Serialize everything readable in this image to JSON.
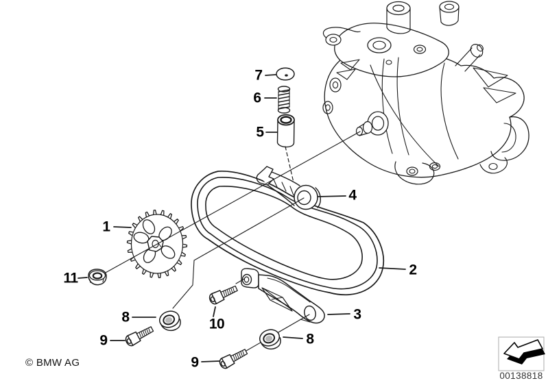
{
  "diagram": {
    "description": "oil-pump-drive-chain-exploded-view",
    "callouts": [
      {
        "num": "1",
        "part": "sprocket"
      },
      {
        "num": "2",
        "part": "timing-chain"
      },
      {
        "num": "3",
        "part": "guide-rail"
      },
      {
        "num": "4",
        "part": "tensioner-rail"
      },
      {
        "num": "5",
        "part": "tensioner-piston"
      },
      {
        "num": "6",
        "part": "spring"
      },
      {
        "num": "7",
        "part": "washer"
      },
      {
        "num": "8",
        "part": "bushing-left"
      },
      {
        "num": "8",
        "part": "bushing-right"
      },
      {
        "num": "9",
        "part": "bolt-left"
      },
      {
        "num": "9",
        "part": "bolt-bottom"
      },
      {
        "num": "10",
        "part": "bolt-middle"
      },
      {
        "num": "11",
        "part": "nut"
      }
    ],
    "footer": {
      "copyright": "© BMW AG",
      "document_number": "00138818"
    },
    "colors": {
      "line": "#1a1a1a",
      "background": "#ffffff",
      "shade": "#b9b9b9",
      "box_border": "#a8a8a8"
    }
  }
}
